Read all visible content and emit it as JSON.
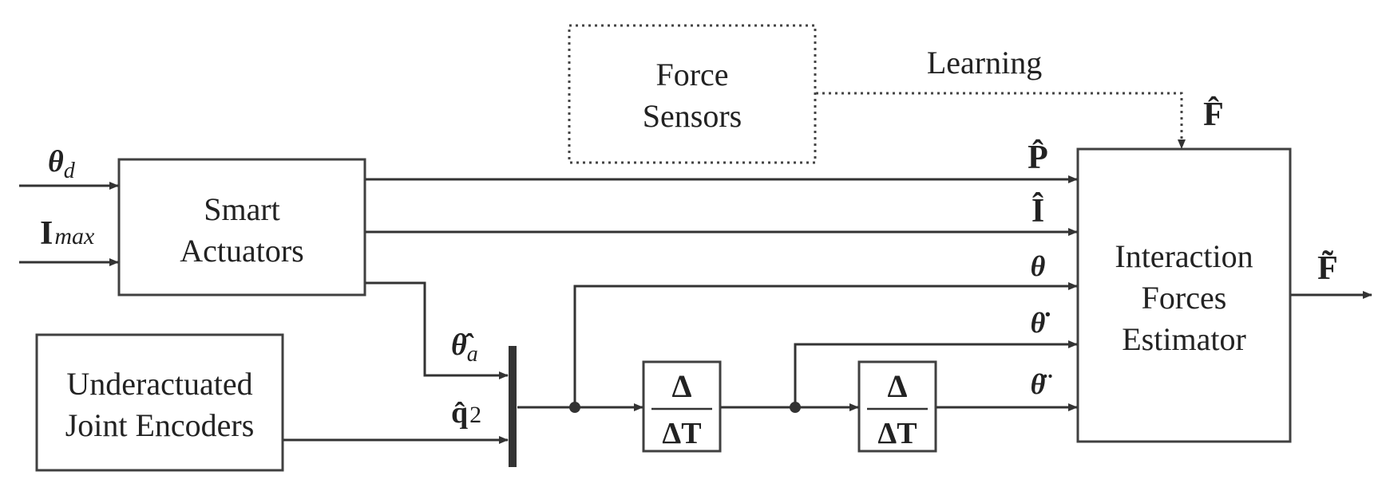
{
  "blocks": {
    "smart_actuators": [
      "Smart",
      "Actuators"
    ],
    "force_sensors": [
      "Force",
      "Sensors"
    ],
    "joint_encoders": [
      "Underactuated",
      "Joint Encoders"
    ],
    "estimator": [
      "Interaction",
      "Forces",
      "Estimator"
    ],
    "diff1": {
      "num": "Δ",
      "den": "ΔT"
    },
    "diff2": {
      "num": "Δ",
      "den": "ΔT"
    }
  },
  "edge_labels": {
    "learning": "Learning"
  },
  "signals": {
    "theta_d": {
      "base": "θ",
      "sub": "d"
    },
    "i_max": {
      "base": "I",
      "sub": "max"
    },
    "p_hat": "P̂",
    "i_hat": "Î",
    "f_hat": "F̂",
    "f_tilde": "F̃",
    "theta": "θ",
    "theta_dot": "θ̇",
    "theta_ddot": "θ̈",
    "theta_a_hat": {
      "base": "θ̂",
      "sub": "a"
    },
    "q2_hat": {
      "base": "q̂",
      "sub": "2"
    }
  },
  "colors": {
    "line": "#333333",
    "block_border": "#404040",
    "text": "#222222"
  }
}
